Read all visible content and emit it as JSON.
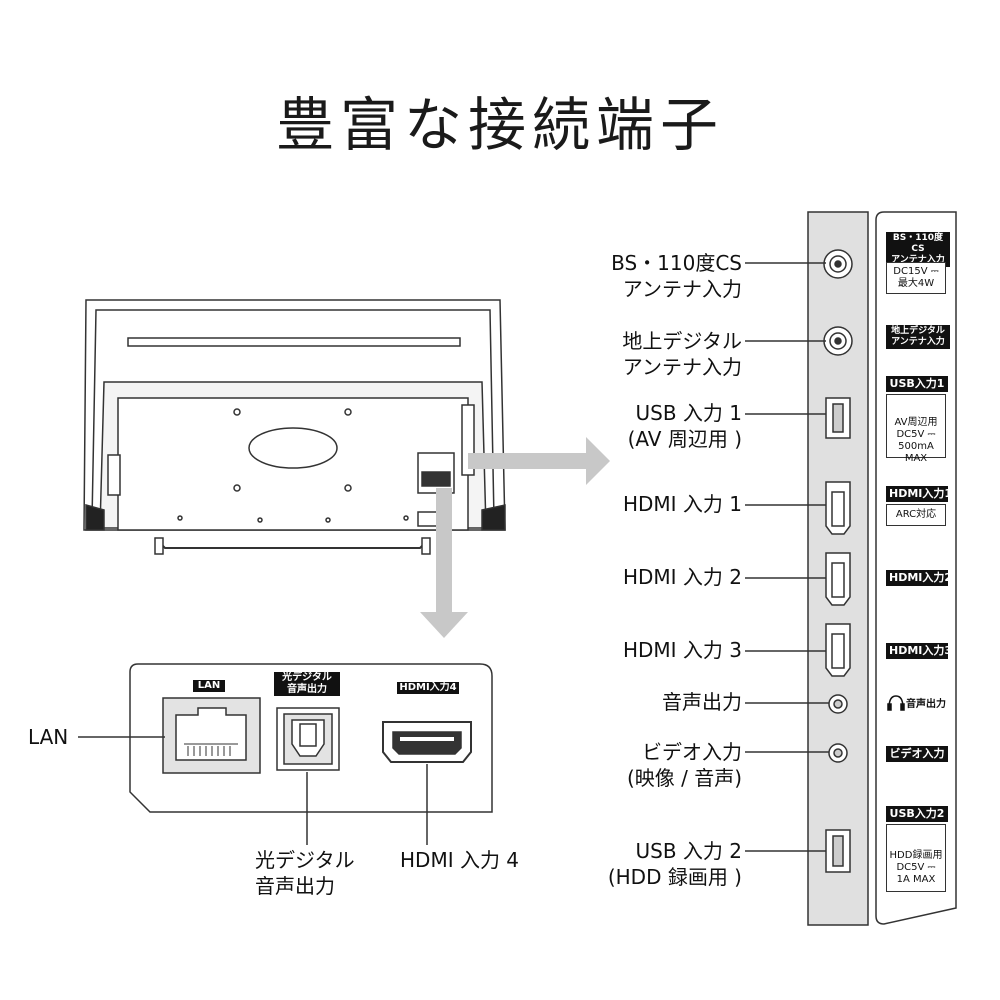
{
  "title": "豊富な接続端子",
  "side_ports": [
    {
      "label_line1": "BS・110度CS",
      "label_line2": "アンテナ入力",
      "badge": "BS・110度CS\nアンテナ入力",
      "sub": "DC15V ⎓\n最大4W"
    },
    {
      "label_line1": "地上デジタル",
      "label_line2": "アンテナ入力",
      "badge": "地上デジタル\nアンテナ入力",
      "sub": ""
    },
    {
      "label_line1": "USB 入力 1",
      "label_line2": "(AV 周辺用 )",
      "badge": "USB入力1",
      "sub": "AV周辺用\nDC5V ⎓\n500mA MAX"
    },
    {
      "label_line1": "HDMI 入力 1",
      "label_line2": "",
      "badge": "HDMI入力1",
      "sub": "ARC対応"
    },
    {
      "label_line1": "HDMI 入力 2",
      "label_line2": "",
      "badge": "HDMI入力2",
      "sub": ""
    },
    {
      "label_line1": "HDMI 入力 3",
      "label_line2": "",
      "badge": "HDMI入力3",
      "sub": ""
    },
    {
      "label_line1": "音声出力",
      "label_line2": "",
      "badge": "音声出力",
      "sub": ""
    },
    {
      "label_line1": "ビデオ入力",
      "label_line2": "(映像 / 音声)",
      "badge": "ビデオ入力",
      "sub": ""
    },
    {
      "label_line1": "USB 入力 2",
      "label_line2": "(HDD 録画用 )",
      "badge": "USB入力2",
      "sub": "HDD録画用\nDC5V ⎓\n1A MAX"
    }
  ],
  "bottom_ports": {
    "lan_badge": "LAN",
    "optical_badge_1": "光デジタル",
    "optical_badge_2": "音声出力",
    "hdmi4_badge": "HDMI入力4",
    "lan_label": "LAN",
    "optical_label_1": "光デジタル",
    "optical_label_2": "音声出力",
    "hdmi4_label": "HDMI 入力 4"
  }
}
